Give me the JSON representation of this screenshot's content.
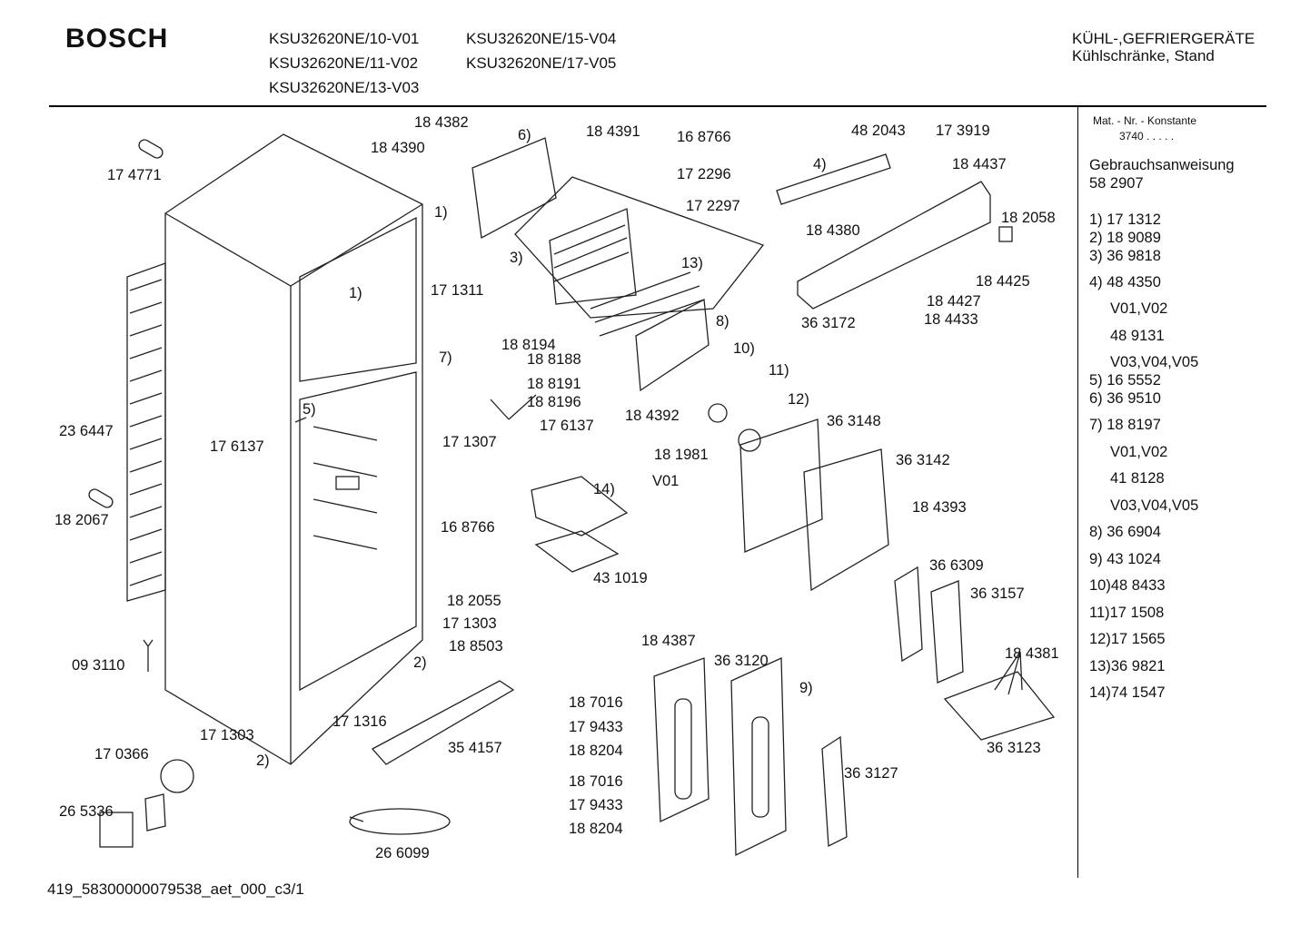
{
  "header": {
    "brand": "BOSCH",
    "models": [
      "KSU32620NE/10-V01",
      "KSU32620NE/11-V02",
      "KSU32620NE/13-V03",
      "KSU32620NE/15-V04",
      "KSU32620NE/17-V05"
    ],
    "category_1": "KÜHL-,GEFRIERGERÄTE",
    "category_2": "Kühlschränke, Stand"
  },
  "sidebar": {
    "mat_label": "Mat. - Nr. - Konstante",
    "mat_value": "3740  .  .  .  .  .",
    "manual_label": "Gebrauchsanweisung",
    "manual_number": "58 2907",
    "items": [
      "1) 17 1312",
      "2) 18 9089",
      "3) 36 9818",
      "4) 48 4350",
      "V01,V02",
      "48 9131",
      "V03,V04,V05",
      "5) 16 5552",
      "6) 36 9510",
      "7) 18 8197",
      "V01,V02",
      "41 8128",
      "V03,V04,V05",
      "8) 36 6904",
      "9) 43 1024",
      "10)48 8433",
      "11)17 1508",
      "12)17 1565",
      "13)36 9821",
      "14)74 1547"
    ]
  },
  "labels": [
    "17 4771",
    "18 4382",
    "18 4390",
    "6)",
    "18 4391",
    "16 8766",
    "17 2296",
    "17 2297",
    "48 2043",
    "17 3919",
    "4)",
    "18 4437",
    "18 4380",
    "18 2058",
    "1)",
    "17 1311",
    "3)",
    "13)",
    "1)",
    "18 4425",
    "18 4427",
    "18 4433",
    "36 3172",
    "8)",
    "18 8194",
    "7)",
    "18 8188",
    "18 8191",
    "18 8196",
    "17 6137",
    "10)",
    "11)",
    "12)",
    "18 4392",
    "36 3148",
    "18 1981",
    "V01",
    "23 6447",
    "5)",
    "17 6137",
    "17 1307",
    "36 3142",
    "14)",
    "18 4393",
    "16 8766",
    "18 2067",
    "43 1019",
    "36 6309",
    "36 3157",
    "18 2055",
    "17 1303",
    "18 8503",
    "2)",
    "18 4387",
    "36 3120",
    "9)",
    "18 4381",
    "09 3110",
    "18 7016",
    "17 9433",
    "18 8204",
    "17 1303",
    "17 1316",
    "35 4157",
    "2)",
    "36 3123",
    "17 0366",
    "18 7016",
    "36 3127",
    "17 9433",
    "26 5336",
    "18 8204",
    "26 6099"
  ],
  "footer": "419_58300000079538_aet_000_c3/1"
}
